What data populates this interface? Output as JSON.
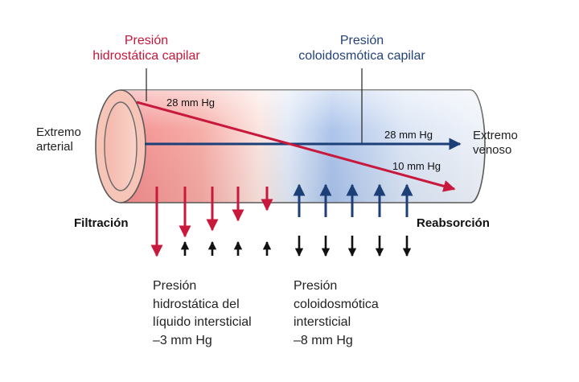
{
  "labels": {
    "capillary_hydrostatic": "Presión\nhidrostática capilar",
    "capillary_colloid_osmotic": "Presión\ncoloidosmótica capilar",
    "arterial_end": "Extremo\narterial",
    "venous_end": "Extremo\nvenoso",
    "hydrostatic_start_value": "28 mm Hg",
    "colloid_value": "28 mm Hg",
    "hydrostatic_end_value": "10 mm Hg",
    "filtration": "Filtración",
    "reabsorption": "Reabsorción",
    "interstitial_hydrostatic": "Presión\nhidrostática del\nlíquido intersticial\n–3 mm Hg",
    "interstitial_colloid_osmotic": "Presión\ncoloidosmótica\nintersticial\n–8 mm Hg"
  },
  "colors": {
    "red": "#c8183c",
    "blue": "#1c3f78",
    "black": "#111111",
    "label_red": "#c4173a",
    "label_blue": "#23437a"
  }
}
